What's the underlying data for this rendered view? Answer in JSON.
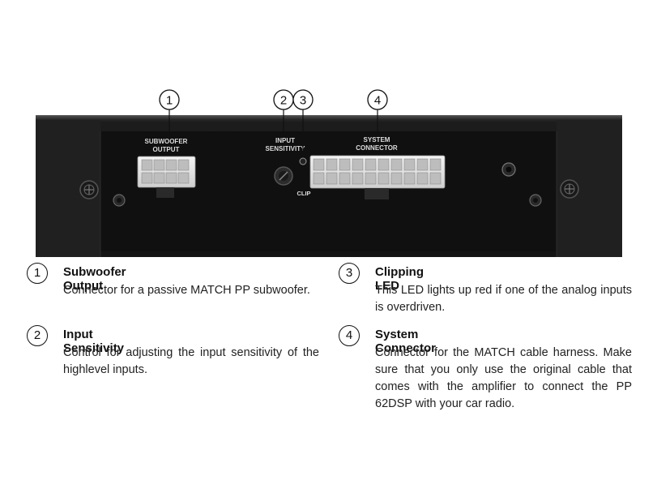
{
  "device": {
    "labels": {
      "subwoofer_output_line1": "SUBWOOFER",
      "subwoofer_output_line2": "OUTPUT",
      "input_sensitivity_line1": "INPUT",
      "input_sensitivity_line2": "SENSITIVITY",
      "system_connector_line1": "SYSTEM",
      "system_connector_line2": "CONNECTOR",
      "clip": "CLIP"
    },
    "callouts": [
      "1",
      "2",
      "3",
      "4"
    ]
  },
  "legend": [
    {
      "number": "1",
      "title": "Subwoofer Output",
      "description": "Connector for a passive MATCH PP subwoofer."
    },
    {
      "number": "2",
      "title": "Input Sensitivity",
      "description": "Control for adjusting the input sensitivity of the highlevel inputs."
    },
    {
      "number": "3",
      "title": "Clipping LED",
      "description": "This LED lights up red if one of the analog inputs is overdriven."
    },
    {
      "number": "4",
      "title": "System Connector",
      "description": "Connector for the MATCH cable harness. Make sure that you only use the original cable that comes with the amplifier to connect the PP 62DSP with your car radio."
    }
  ]
}
